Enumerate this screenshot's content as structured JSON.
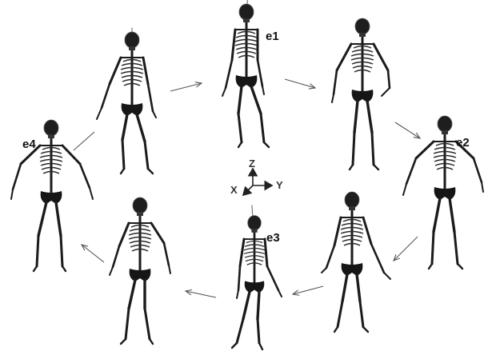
{
  "labels": {
    "e1": "e1",
    "e2": "e2",
    "e3": "e3",
    "e4": "e4"
  },
  "axes": {
    "x": "X",
    "y": "Y",
    "z": "Z"
  }
}
